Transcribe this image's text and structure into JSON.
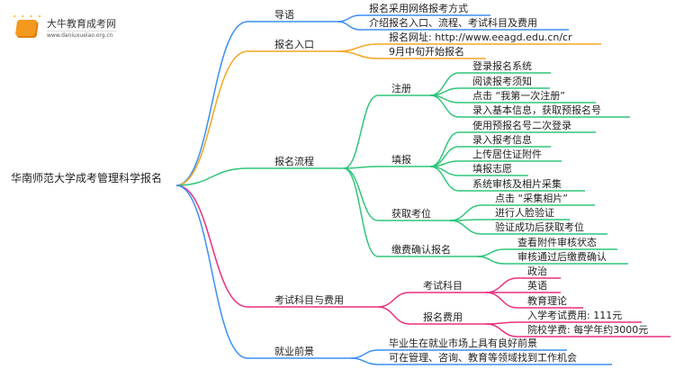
{
  "logo": {
    "title": "大牛教育成考网",
    "url": "www.daniuxueiao.org.cn"
  },
  "root": "华南师范大学成考管理科学报名",
  "colors": {
    "blue": "#3d8ef5",
    "orange": "#f5a623",
    "green": "#2fc57a",
    "pink": "#ec2f7f"
  },
  "branches": [
    {
      "label": "导语",
      "color": "blue",
      "children": [
        {
          "label": "报名采用网络报考方式"
        },
        {
          "label": "介绍报名入口、流程、考试科目及费用"
        }
      ]
    },
    {
      "label": "报名入口",
      "color": "orange",
      "children": [
        {
          "label": "报名网址: http://www.eeagd.edu.cn/cr"
        },
        {
          "label": "9月中旬开始报名"
        }
      ]
    },
    {
      "label": "报名流程",
      "color": "green",
      "children": [
        {
          "label": "注册",
          "children": [
            {
              "label": "登录报名系统"
            },
            {
              "label": "阅读报考须知"
            },
            {
              "label": "点击 “我第一次注册”"
            },
            {
              "label": "录入基本信息，获取预报名号"
            }
          ]
        },
        {
          "label": "填报",
          "children": [
            {
              "label": "使用预报名号二次登录"
            },
            {
              "label": "录入报考信息"
            },
            {
              "label": "上传居住证附件"
            },
            {
              "label": "填报志愿"
            },
            {
              "label": "系统审核及相片采集"
            }
          ]
        },
        {
          "label": "获取考位",
          "children": [
            {
              "label": "点击 “采集相片”"
            },
            {
              "label": "进行人脸验证"
            },
            {
              "label": "验证成功后获取考位"
            }
          ]
        },
        {
          "label": "缴费确认报名",
          "children": [
            {
              "label": "查看附件审核状态"
            },
            {
              "label": "审核通过后缴费确认"
            }
          ]
        }
      ]
    },
    {
      "label": "考试科目与费用",
      "color": "pink",
      "children": [
        {
          "label": "考试科目",
          "children": [
            {
              "label": "政治"
            },
            {
              "label": "英语"
            },
            {
              "label": "教育理论"
            }
          ]
        },
        {
          "label": "报名费用",
          "children": [
            {
              "label": "入学考试费用: 111元"
            },
            {
              "label": "院校学费: 每学年约3000元"
            }
          ]
        }
      ]
    },
    {
      "label": "就业前景",
      "color": "blue",
      "children": [
        {
          "label": "毕业生在就业市场上具有良好前景"
        },
        {
          "label": "可在管理、咨询、教育等领域找到工作机会"
        }
      ]
    }
  ]
}
